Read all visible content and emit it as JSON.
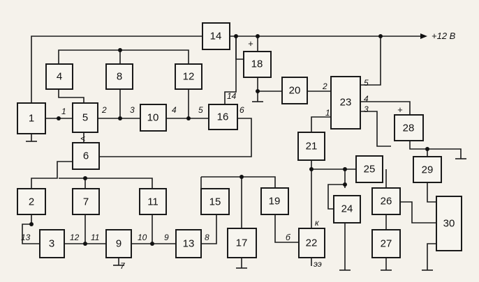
{
  "supply_label": "+12 В",
  "plus_sign": "+",
  "blocks": [
    "1",
    "2",
    "3",
    "4",
    "5",
    "6",
    "7",
    "8",
    "9",
    "10",
    "11",
    "12",
    "13",
    "14",
    "15",
    "16",
    "17",
    "18",
    "19",
    "20",
    "21",
    "22",
    "23",
    "24",
    "25",
    "26",
    "27",
    "28",
    "29",
    "30"
  ],
  "wire_labels": [
    "1",
    "2",
    "3",
    "4",
    "5",
    "6",
    "13",
    "12",
    "11",
    "10",
    "9",
    "8",
    "7",
    "14",
    "1",
    "2",
    "3",
    "4",
    "5",
    "б",
    "к",
    "ээ",
    "<"
  ]
}
